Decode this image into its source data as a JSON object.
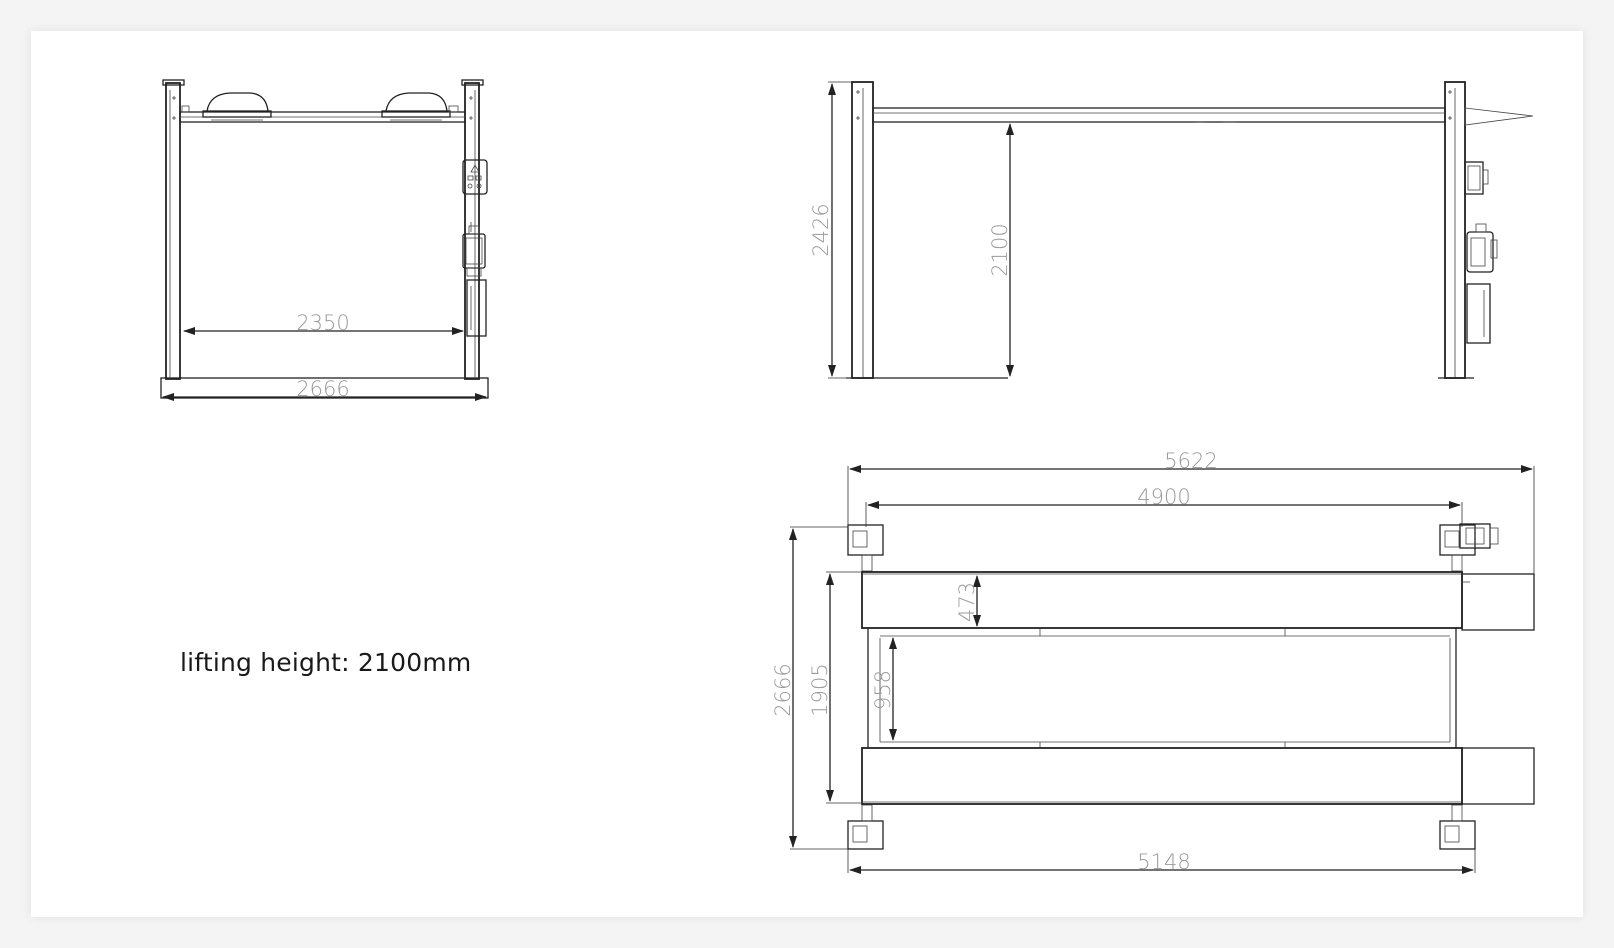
{
  "caption": "lifting height: 2100mm",
  "views": {
    "front": {
      "dimensions": {
        "inner_width": "2350",
        "outer_width": "2666"
      }
    },
    "side": {
      "dimensions": {
        "total_height": "2426",
        "lift_height": "2100"
      }
    },
    "top": {
      "dimensions": {
        "overall_length": "5622",
        "post_center_length": "4900",
        "base_length": "5148",
        "overall_width": "2666",
        "runway_outer_width": "1905",
        "runway_width": "473",
        "runway_gap": "958"
      }
    }
  },
  "colors": {
    "line": "#222222",
    "dimension_text": "#9a9a9a",
    "sheet": "#ffffff",
    "background": "#f4f4f4"
  }
}
